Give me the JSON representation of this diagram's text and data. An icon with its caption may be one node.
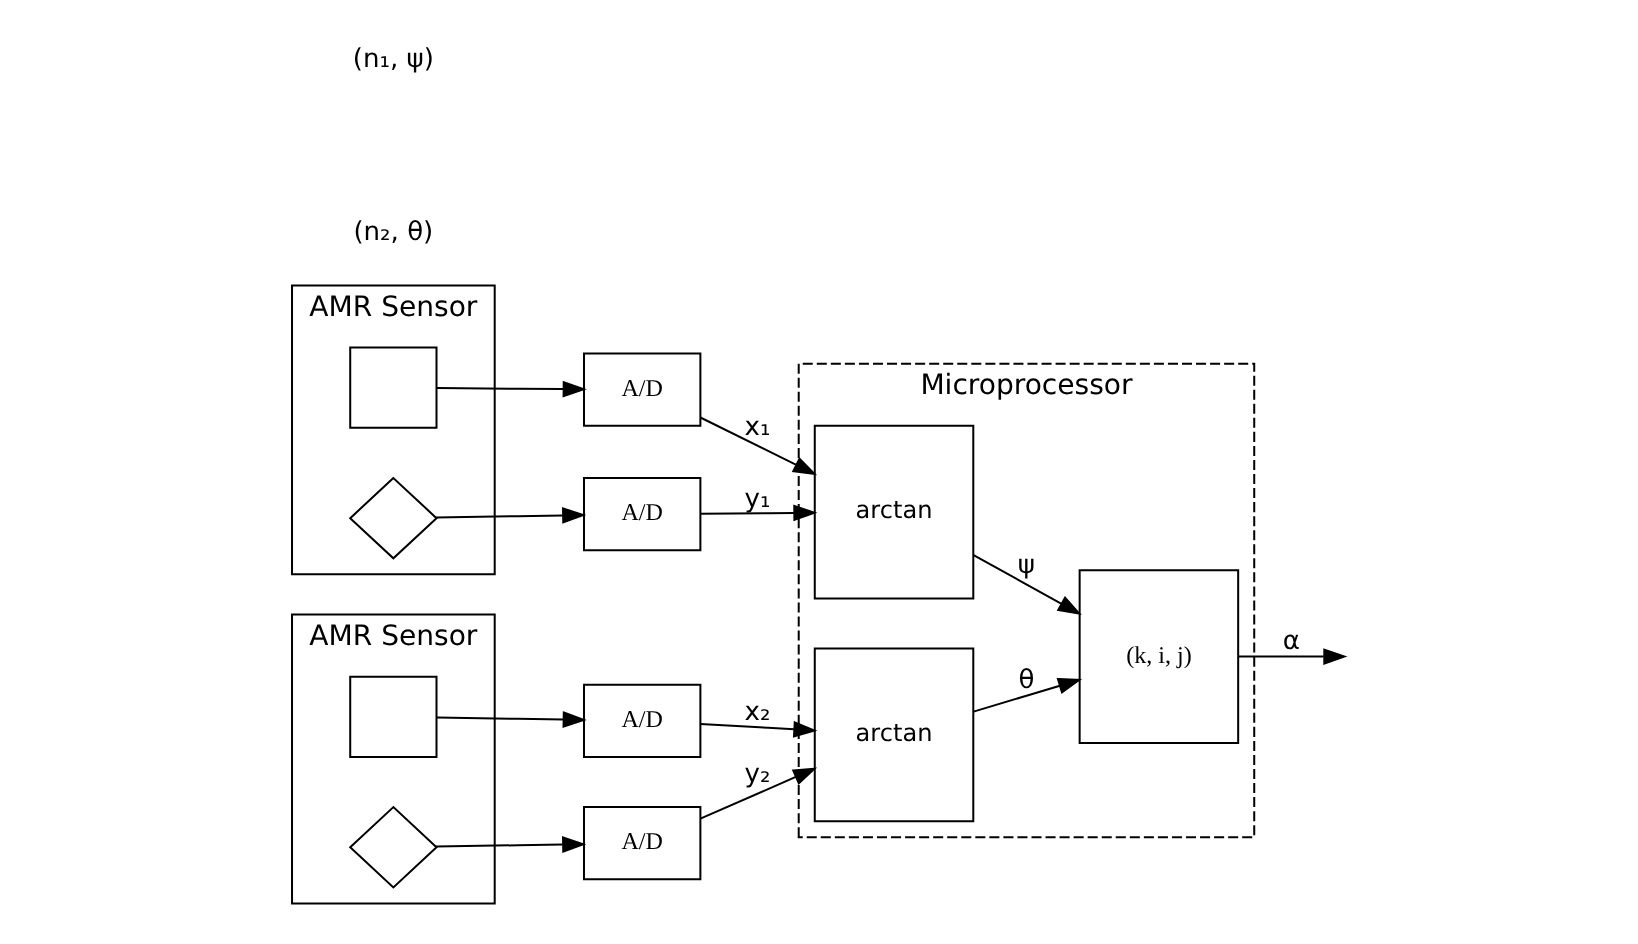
{
  "diagram": {
    "nodes": [
      {
        "text": [
          "AMR Sensor"
        ]
      },
      {
        "text": [],
        "shape": "box",
        "in": 0
      },
      {
        "text": [],
        "shape": "diamond",
        "in": 0
      },
      {
        "text": [
          "A/D"
        ]
      },
      {
        "text": [
          "A/D"
        ]
      },
      {
        "text": [
          "AMR Sensor"
        ]
      },
      {
        "text": [],
        "shape": "box",
        "in": 5
      },
      {
        "text": [],
        "shape": "diamond",
        "in": 5
      },
      {
        "text": [
          "A/D"
        ]
      },
      {
        "text": [
          "A/D"
        ]
      },
      {
        "text": [
          "Microprocessor"
        ]
      },
      {
        "text": [
          "arctan"
        ],
        "in": 10
      },
      {
        "text": [
          "arctan"
        ],
        "in": 10
      },
      {
        "text": [
          "(k, i, j)"
        ],
        "in": 10
      }
    ],
    "edges": [
      {
        "from": 1,
        "to": 3,
        "arrow": "to"
      },
      {
        "from": 2,
        "to": 4,
        "arrow": "to"
      },
      {
        "from": 6,
        "to": 8,
        "arrow": "to"
      },
      {
        "from": 7,
        "to": 9,
        "arrow": "to"
      },
      {
        "from": 3,
        "to": 11,
        "label": "x₁",
        "arrow": "to"
      },
      {
        "from": 4,
        "to": 11,
        "label": "y₁",
        "arrow": "to"
      },
      {
        "from": 8,
        "to": 12,
        "label": "x₂",
        "arrow": "to"
      },
      {
        "from": 9,
        "to": 12,
        "label": "y₂",
        "arrow": "to"
      },
      {
        "from": 11,
        "to": 13,
        "label": "ψ",
        "arrow": "to"
      },
      {
        "from": 12,
        "to": 13,
        "label": "θ",
        "arrow": "to"
      },
      {
        "from": 13,
        "to": null,
        "label": "α",
        "arrow": "to"
      }
    ],
    "labels": [
      "(n₁, ψ)",
      "(n₂, θ)"
    ]
  }
}
